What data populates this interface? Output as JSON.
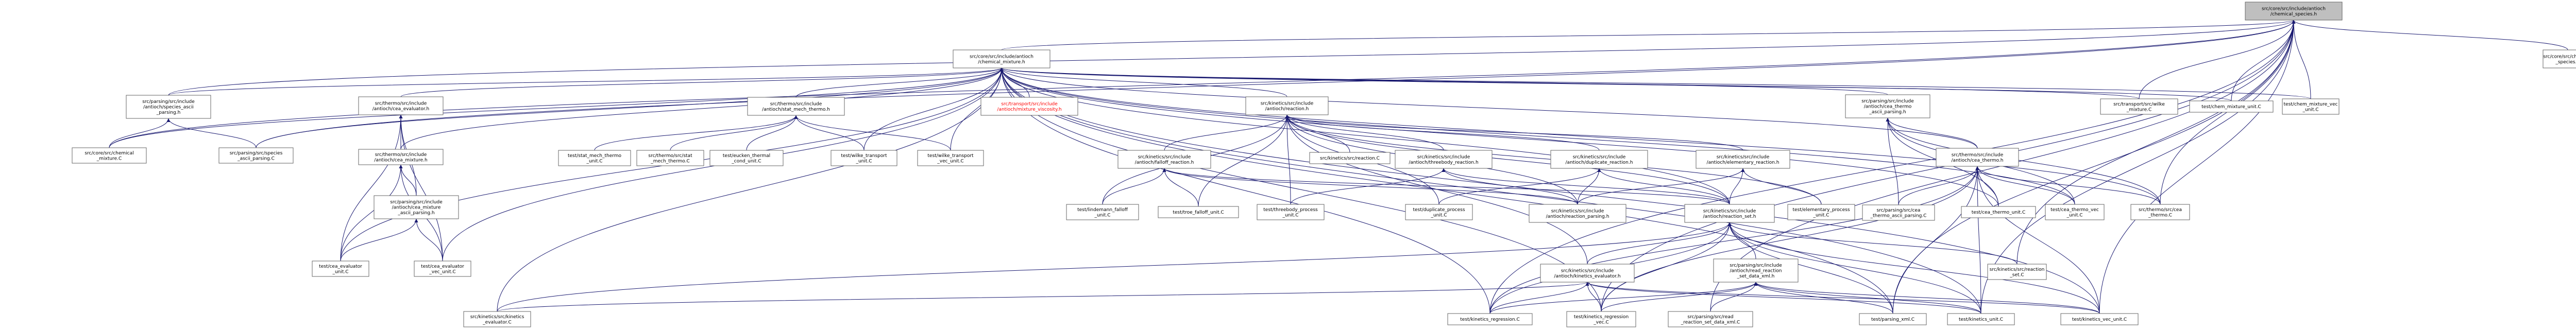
{
  "graph": {
    "colors": {
      "node_border": "#666666",
      "root_fill": "#bfbfbf",
      "node_fill": "#ffffff",
      "edge": "#191970",
      "text": "#000000",
      "red_text": "#ff0000"
    },
    "nodes": [
      {
        "id": "root",
        "lines": [
          "src/core/src/include/antioch",
          "/chemical_species.h"
        ],
        "root": true
      },
      {
        "id": "cm",
        "lines": [
          "src/core/src/include/antioch",
          "/chemical_mixture.h"
        ]
      },
      {
        "id": "ccs",
        "lines": [
          "src/core/src/chemical",
          "_species.C"
        ]
      },
      {
        "id": "pasp",
        "lines": [
          "src/parsing/src/include",
          "/antioch/species_ascii",
          "_parsing.h"
        ]
      },
      {
        "id": "tce",
        "lines": [
          "src/thermo/src/include",
          "/antioch/cea_evaluator.h"
        ]
      },
      {
        "id": "tsm",
        "lines": [
          "src/thermo/src/include",
          "/antioch/stat_mech_thermo.h"
        ]
      },
      {
        "id": "tmv",
        "lines": [
          "src/transport/src/include",
          "/antioch/mixture_viscosity.h"
        ],
        "red": true
      },
      {
        "id": "kr",
        "lines": [
          "src/kinetics/src/include",
          "/antioch/reaction.h"
        ]
      },
      {
        "id": "pcea",
        "lines": [
          "src/parsing/src/include",
          "/antioch/cea_thermo",
          "_ascii_parsing.h"
        ]
      },
      {
        "id": "twm",
        "lines": [
          "src/transport/src/wilke",
          "_mixture.C"
        ]
      },
      {
        "id": "tcmu",
        "lines": [
          "test/chem_mixture_unit.C"
        ]
      },
      {
        "id": "tcmv",
        "lines": [
          "test/chem_mixture_vec",
          "_unit.C"
        ]
      },
      {
        "id": "ccm",
        "lines": [
          "src/core/src/chemical",
          "_mixture.C"
        ]
      },
      {
        "id": "tcm",
        "lines": [
          "src/thermo/src/include",
          "/antioch/cea_mixture.h"
        ]
      },
      {
        "id": "psasp",
        "lines": [
          "src/parsing/src/species",
          "_ascii_parsing.C"
        ]
      },
      {
        "id": "tcmap",
        "lines": [
          "src/parsing/src/include",
          "/antioch/cea_mixture",
          "_ascii_parsing.h"
        ]
      },
      {
        "id": "tceu",
        "lines": [
          "test/cea_evaluator",
          "_unit.C"
        ]
      },
      {
        "id": "tcev",
        "lines": [
          "test/cea_evaluator",
          "_vec_unit.C"
        ]
      },
      {
        "id": "tsmu",
        "lines": [
          "test/stat_mech_thermo",
          "_unit.C"
        ]
      },
      {
        "id": "tcsm",
        "lines": [
          "src/thermo/src/stat",
          "_mech_thermo.C"
        ]
      },
      {
        "id": "teu",
        "lines": [
          "test/eucken_thermal",
          "_cond_unit.C"
        ]
      },
      {
        "id": "twtu",
        "lines": [
          "test/wilke_transport",
          "_unit.C"
        ]
      },
      {
        "id": "twtv",
        "lines": [
          "test/wilke_transport",
          "_vec_unit.C"
        ]
      },
      {
        "id": "kfr",
        "lines": [
          "src/kinetics/src/include",
          "/antioch/falloff_reaction.h"
        ]
      },
      {
        "id": "klu",
        "lines": [
          "test/lindemann_falloff",
          "_unit.C"
        ]
      },
      {
        "id": "ktu",
        "lines": [
          "test/troe_falloff_unit.C"
        ]
      },
      {
        "id": "ktbr",
        "lines": [
          "src/kinetics/src/include",
          "/antioch/threebody_reaction.h"
        ]
      },
      {
        "id": "tthp",
        "lines": [
          "test/threebody_process",
          "_unit.C"
        ]
      },
      {
        "id": "ksr",
        "lines": [
          "src/kinetics/src/reaction.C"
        ]
      },
      {
        "id": "kdr",
        "lines": [
          "src/kinetics/src/include",
          "/antioch/duplicate_reaction.h"
        ]
      },
      {
        "id": "tdup",
        "lines": [
          "test/duplicate_process",
          "_unit.C"
        ]
      },
      {
        "id": "krp",
        "lines": [
          "src/kinetics/src/include",
          "/antioch/reaction_parsing.h"
        ]
      },
      {
        "id": "ker",
        "lines": [
          "src/kinetics/src/include",
          "/antioch/elementary_reaction.h"
        ]
      },
      {
        "id": "krs",
        "lines": [
          "src/kinetics/src/include",
          "/antioch/reaction_set.h"
        ]
      },
      {
        "id": "tep",
        "lines": [
          "test/elementary_process",
          "_unit.C"
        ]
      },
      {
        "id": "tct",
        "lines": [
          "src/thermo/src/include",
          "/antioch/cea_thermo.h"
        ]
      },
      {
        "id": "pcta",
        "lines": [
          "src/parsing/src/cea",
          "_thermo_ascii_parsing.C"
        ]
      },
      {
        "id": "tctu",
        "lines": [
          "test/cea_thermo_unit.C"
        ]
      },
      {
        "id": "tctv",
        "lines": [
          "test/cea_thermo_vec",
          "_unit.C"
        ]
      },
      {
        "id": "tctc",
        "lines": [
          "src/thermo/src/cea",
          "_thermo.C"
        ]
      },
      {
        "id": "ke",
        "lines": [
          "src/kinetics/src/include",
          "/antioch/kinetics_evaluator.h"
        ]
      },
      {
        "id": "prrs",
        "lines": [
          "src/parsing/src/include",
          "/antioch/read_reaction",
          "_set_data_xml.h"
        ]
      },
      {
        "id": "ksrs",
        "lines": [
          "src/kinetics/src/reaction",
          "_set.C"
        ]
      },
      {
        "id": "kske",
        "lines": [
          "src/kinetics/src/kinetics",
          "_evaluator.C"
        ]
      },
      {
        "id": "tkr",
        "lines": [
          "test/kinetics_regression.C"
        ]
      },
      {
        "id": "tkrv",
        "lines": [
          "test/kinetics_regression",
          "_vec.C"
        ]
      },
      {
        "id": "prrx",
        "lines": [
          "src/parsing/src/read",
          "_reaction_set_data_xml.C"
        ]
      },
      {
        "id": "tpx",
        "lines": [
          "test/parsing_xml.C"
        ]
      },
      {
        "id": "tku",
        "lines": [
          "test/kinetics_unit.C"
        ]
      },
      {
        "id": "tkvu",
        "lines": [
          "test/kinetics_vec_unit.C"
        ]
      }
    ],
    "edges": [
      [
        "root",
        "cm"
      ],
      [
        "root",
        "ccs"
      ],
      [
        "root",
        "pasp"
      ],
      [
        "root",
        "ccm"
      ],
      [
        "root",
        "psasp"
      ],
      [
        "root",
        "twm"
      ],
      [
        "root",
        "tcmu"
      ],
      [
        "root",
        "tcmv"
      ],
      [
        "root",
        "tctc"
      ],
      [
        "root",
        "ksrs"
      ],
      [
        "root",
        "tku"
      ],
      [
        "root",
        "tkvu"
      ],
      [
        "root",
        "tkr"
      ],
      [
        "root",
        "tkrv"
      ],
      [
        "root",
        "tpx"
      ],
      [
        "root",
        "prrx"
      ],
      [
        "cm",
        "pasp"
      ],
      [
        "cm",
        "tce"
      ],
      [
        "cm",
        "tsm"
      ],
      [
        "cm",
        "tmv"
      ],
      [
        "cm",
        "kr"
      ],
      [
        "cm",
        "pcea"
      ],
      [
        "cm",
        "twm"
      ],
      [
        "cm",
        "tcmu"
      ],
      [
        "cm",
        "tcmv"
      ],
      [
        "cm",
        "ccm"
      ],
      [
        "cm",
        "tcm"
      ],
      [
        "cm",
        "psasp"
      ],
      [
        "cm",
        "tceu"
      ],
      [
        "cm",
        "tcev"
      ],
      [
        "cm",
        "twtu"
      ],
      [
        "cm",
        "twtv"
      ],
      [
        "cm",
        "tct"
      ],
      [
        "cm",
        "tctc"
      ],
      [
        "cm",
        "krs"
      ],
      [
        "cm",
        "tkr"
      ],
      [
        "cm",
        "tkrv"
      ],
      [
        "cm",
        "tku"
      ],
      [
        "cm",
        "tkvu"
      ],
      [
        "cm",
        "tpx"
      ],
      [
        "cm",
        "tctu"
      ],
      [
        "cm",
        "tctv"
      ],
      [
        "cm",
        "kske"
      ],
      [
        "pasp",
        "ccm"
      ],
      [
        "pasp",
        "psasp"
      ],
      [
        "tce",
        "tcm"
      ],
      [
        "tce",
        "tceu"
      ],
      [
        "tce",
        "tcev"
      ],
      [
        "tce",
        "tcmap"
      ],
      [
        "tcm",
        "tcmap"
      ],
      [
        "tcm",
        "tceu"
      ],
      [
        "tcm",
        "tcev"
      ],
      [
        "tcmap",
        "tceu"
      ],
      [
        "tcmap",
        "tcev"
      ],
      [
        "tsm",
        "tsmu"
      ],
      [
        "tsm",
        "tcsm"
      ],
      [
        "tsm",
        "teu"
      ],
      [
        "tsm",
        "twtu"
      ],
      [
        "tsm",
        "twtv"
      ],
      [
        "kr",
        "kfr"
      ],
      [
        "kr",
        "ktbr"
      ],
      [
        "kr",
        "ksr"
      ],
      [
        "kr",
        "kdr"
      ],
      [
        "kr",
        "ker"
      ],
      [
        "kr",
        "krp"
      ],
      [
        "kr",
        "krs"
      ],
      [
        "kr",
        "klu"
      ],
      [
        "kr",
        "ktu"
      ],
      [
        "kr",
        "tthp"
      ],
      [
        "kr",
        "tdup"
      ],
      [
        "kr",
        "tep"
      ],
      [
        "kr",
        "ke"
      ],
      [
        "kfr",
        "klu"
      ],
      [
        "kfr",
        "ktu"
      ],
      [
        "kfr",
        "krp"
      ],
      [
        "kfr",
        "krs"
      ],
      [
        "ktbr",
        "tthp"
      ],
      [
        "ktbr",
        "krp"
      ],
      [
        "ktbr",
        "krs"
      ],
      [
        "kdr",
        "tdup"
      ],
      [
        "kdr",
        "krp"
      ],
      [
        "kdr",
        "krs"
      ],
      [
        "ker",
        "tep"
      ],
      [
        "ker",
        "krp"
      ],
      [
        "ker",
        "krs"
      ],
      [
        "krs",
        "ke"
      ],
      [
        "krs",
        "prrs"
      ],
      [
        "krs",
        "ksrs"
      ],
      [
        "krs",
        "tkr"
      ],
      [
        "krs",
        "tkrv"
      ],
      [
        "krs",
        "tku"
      ],
      [
        "krs",
        "tkvu"
      ],
      [
        "krs",
        "tpx"
      ],
      [
        "krs",
        "kske"
      ],
      [
        "pcea",
        "tct"
      ],
      [
        "pcea",
        "pcta"
      ],
      [
        "pcea",
        "tctu"
      ],
      [
        "pcea",
        "tctv"
      ],
      [
        "pcea",
        "tctc"
      ],
      [
        "tct",
        "pcta"
      ],
      [
        "tct",
        "tctu"
      ],
      [
        "tct",
        "tctv"
      ],
      [
        "tct",
        "tctc"
      ],
      [
        "tct",
        "tkr"
      ],
      [
        "tct",
        "tkrv"
      ],
      [
        "tct",
        "tku"
      ],
      [
        "tct",
        "tkvu"
      ],
      [
        "tct",
        "tpx"
      ],
      [
        "ke",
        "kske"
      ],
      [
        "ke",
        "tkr"
      ],
      [
        "ke",
        "tkrv"
      ],
      [
        "ke",
        "tku"
      ],
      [
        "ke",
        "tkvu"
      ],
      [
        "prrs",
        "prrx"
      ],
      [
        "prrs",
        "tpx"
      ],
      [
        "prrs",
        "tku"
      ],
      [
        "prrs",
        "tkvu"
      ],
      [
        "prrs",
        "tkr"
      ],
      [
        "prrs",
        "tkrv"
      ]
    ]
  }
}
